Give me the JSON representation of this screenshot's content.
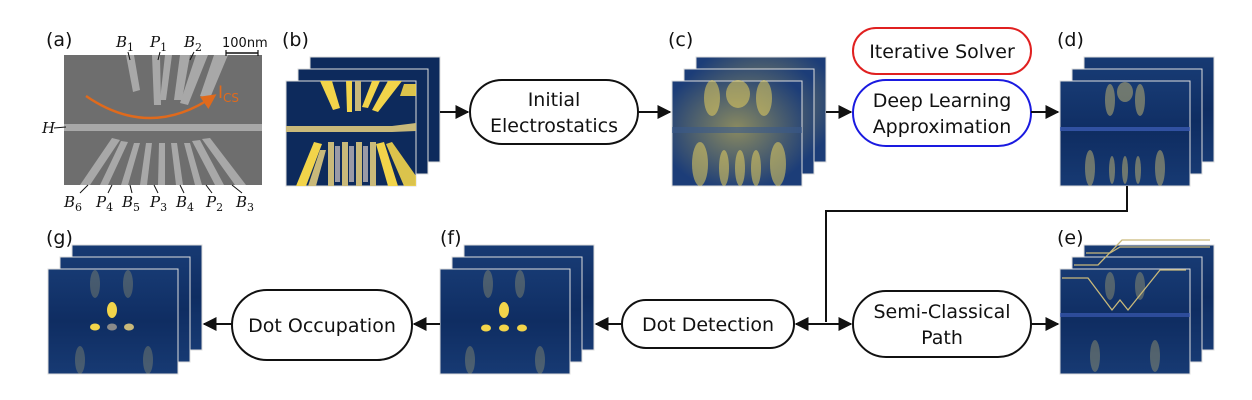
{
  "panel_labels": {
    "a": "(a)",
    "b": "(b)",
    "c": "(c)",
    "d": "(d)",
    "e": "(e)",
    "f": "(f)",
    "g": "(g)"
  },
  "gate_labels": {
    "B1": "B",
    "B1_sub": "1",
    "P1": "P",
    "P1_sub": "1",
    "B2": "B",
    "B2_sub": "2",
    "H": "H",
    "B6": "B",
    "B6_sub": "6",
    "P4": "P",
    "P4_sub": "4",
    "B5": "B",
    "B5_sub": "5",
    "P3": "P",
    "P3_sub": "3",
    "B4": "B",
    "B4_sub": "4",
    "P2": "P",
    "P2_sub": "2",
    "B3": "B",
    "B3_sub": "3"
  },
  "scale_bar": "100nm",
  "current_label": "I",
  "current_sub": "CS",
  "nodes": {
    "initial_electrostatics": [
      "Initial",
      "Electrostatics"
    ],
    "iterative_solver": "Iterative Solver",
    "deep_learning": [
      "Deep Learning",
      "Approximation"
    ],
    "semi_classical": [
      "Semi-Classical",
      "Path"
    ],
    "dot_detection": "Dot Detection",
    "dot_occupation": "Dot Occupation"
  },
  "colors": {
    "field_bg": "#0d2a5c",
    "gate_yellow": "#f2d44a",
    "gate_gray": "#c9b97a",
    "current_arrow": "#e06a1c",
    "iterative_border": "#e02020",
    "deep_learning_border": "#1a1ae0",
    "sem_bg": "#6e6e6e",
    "sem_gate": "#a8a8a8"
  }
}
